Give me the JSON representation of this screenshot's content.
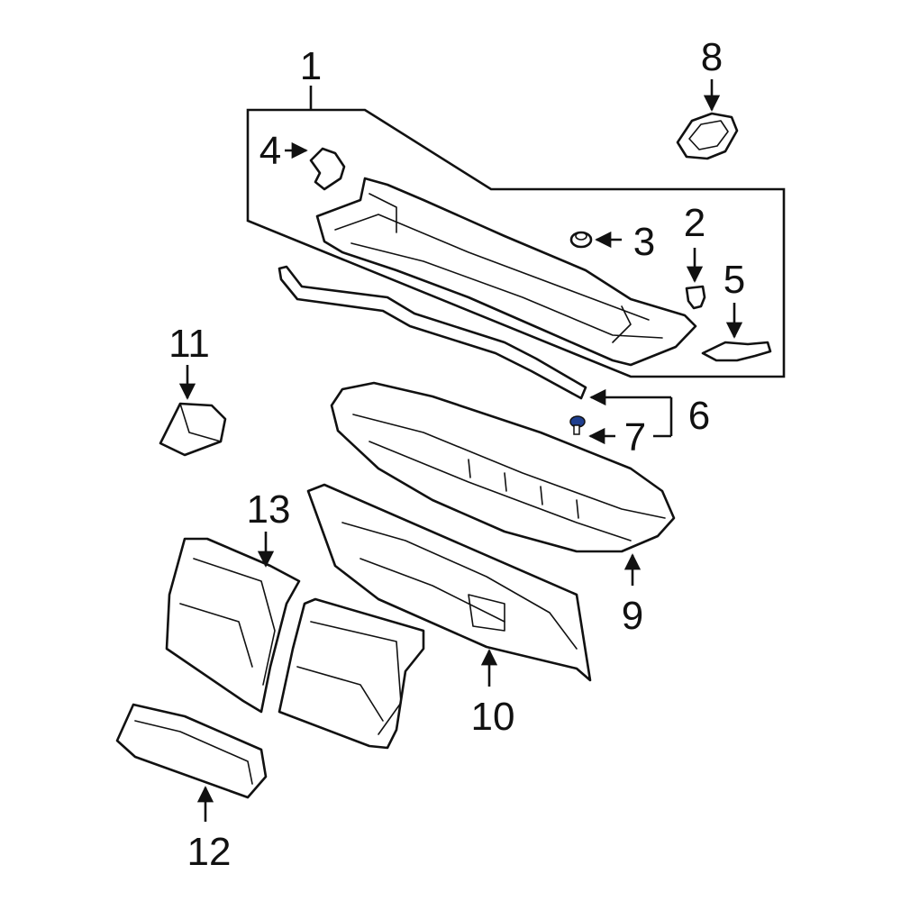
{
  "callouts": [
    {
      "id": "1",
      "text": "1"
    },
    {
      "id": "2",
      "text": "2"
    },
    {
      "id": "3",
      "text": "3"
    },
    {
      "id": "4",
      "text": "4"
    },
    {
      "id": "5",
      "text": "5"
    },
    {
      "id": "6",
      "text": "6"
    },
    {
      "id": "7",
      "text": "7"
    },
    {
      "id": "8",
      "text": "8"
    },
    {
      "id": "9",
      "text": "9"
    },
    {
      "id": "10",
      "text": "10"
    },
    {
      "id": "11",
      "text": "11"
    },
    {
      "id": "12",
      "text": "12"
    },
    {
      "id": "13",
      "text": "13"
    }
  ],
  "colors": {
    "line": "#111111",
    "background": "#ffffff",
    "highlight": "#1f3f8f"
  }
}
